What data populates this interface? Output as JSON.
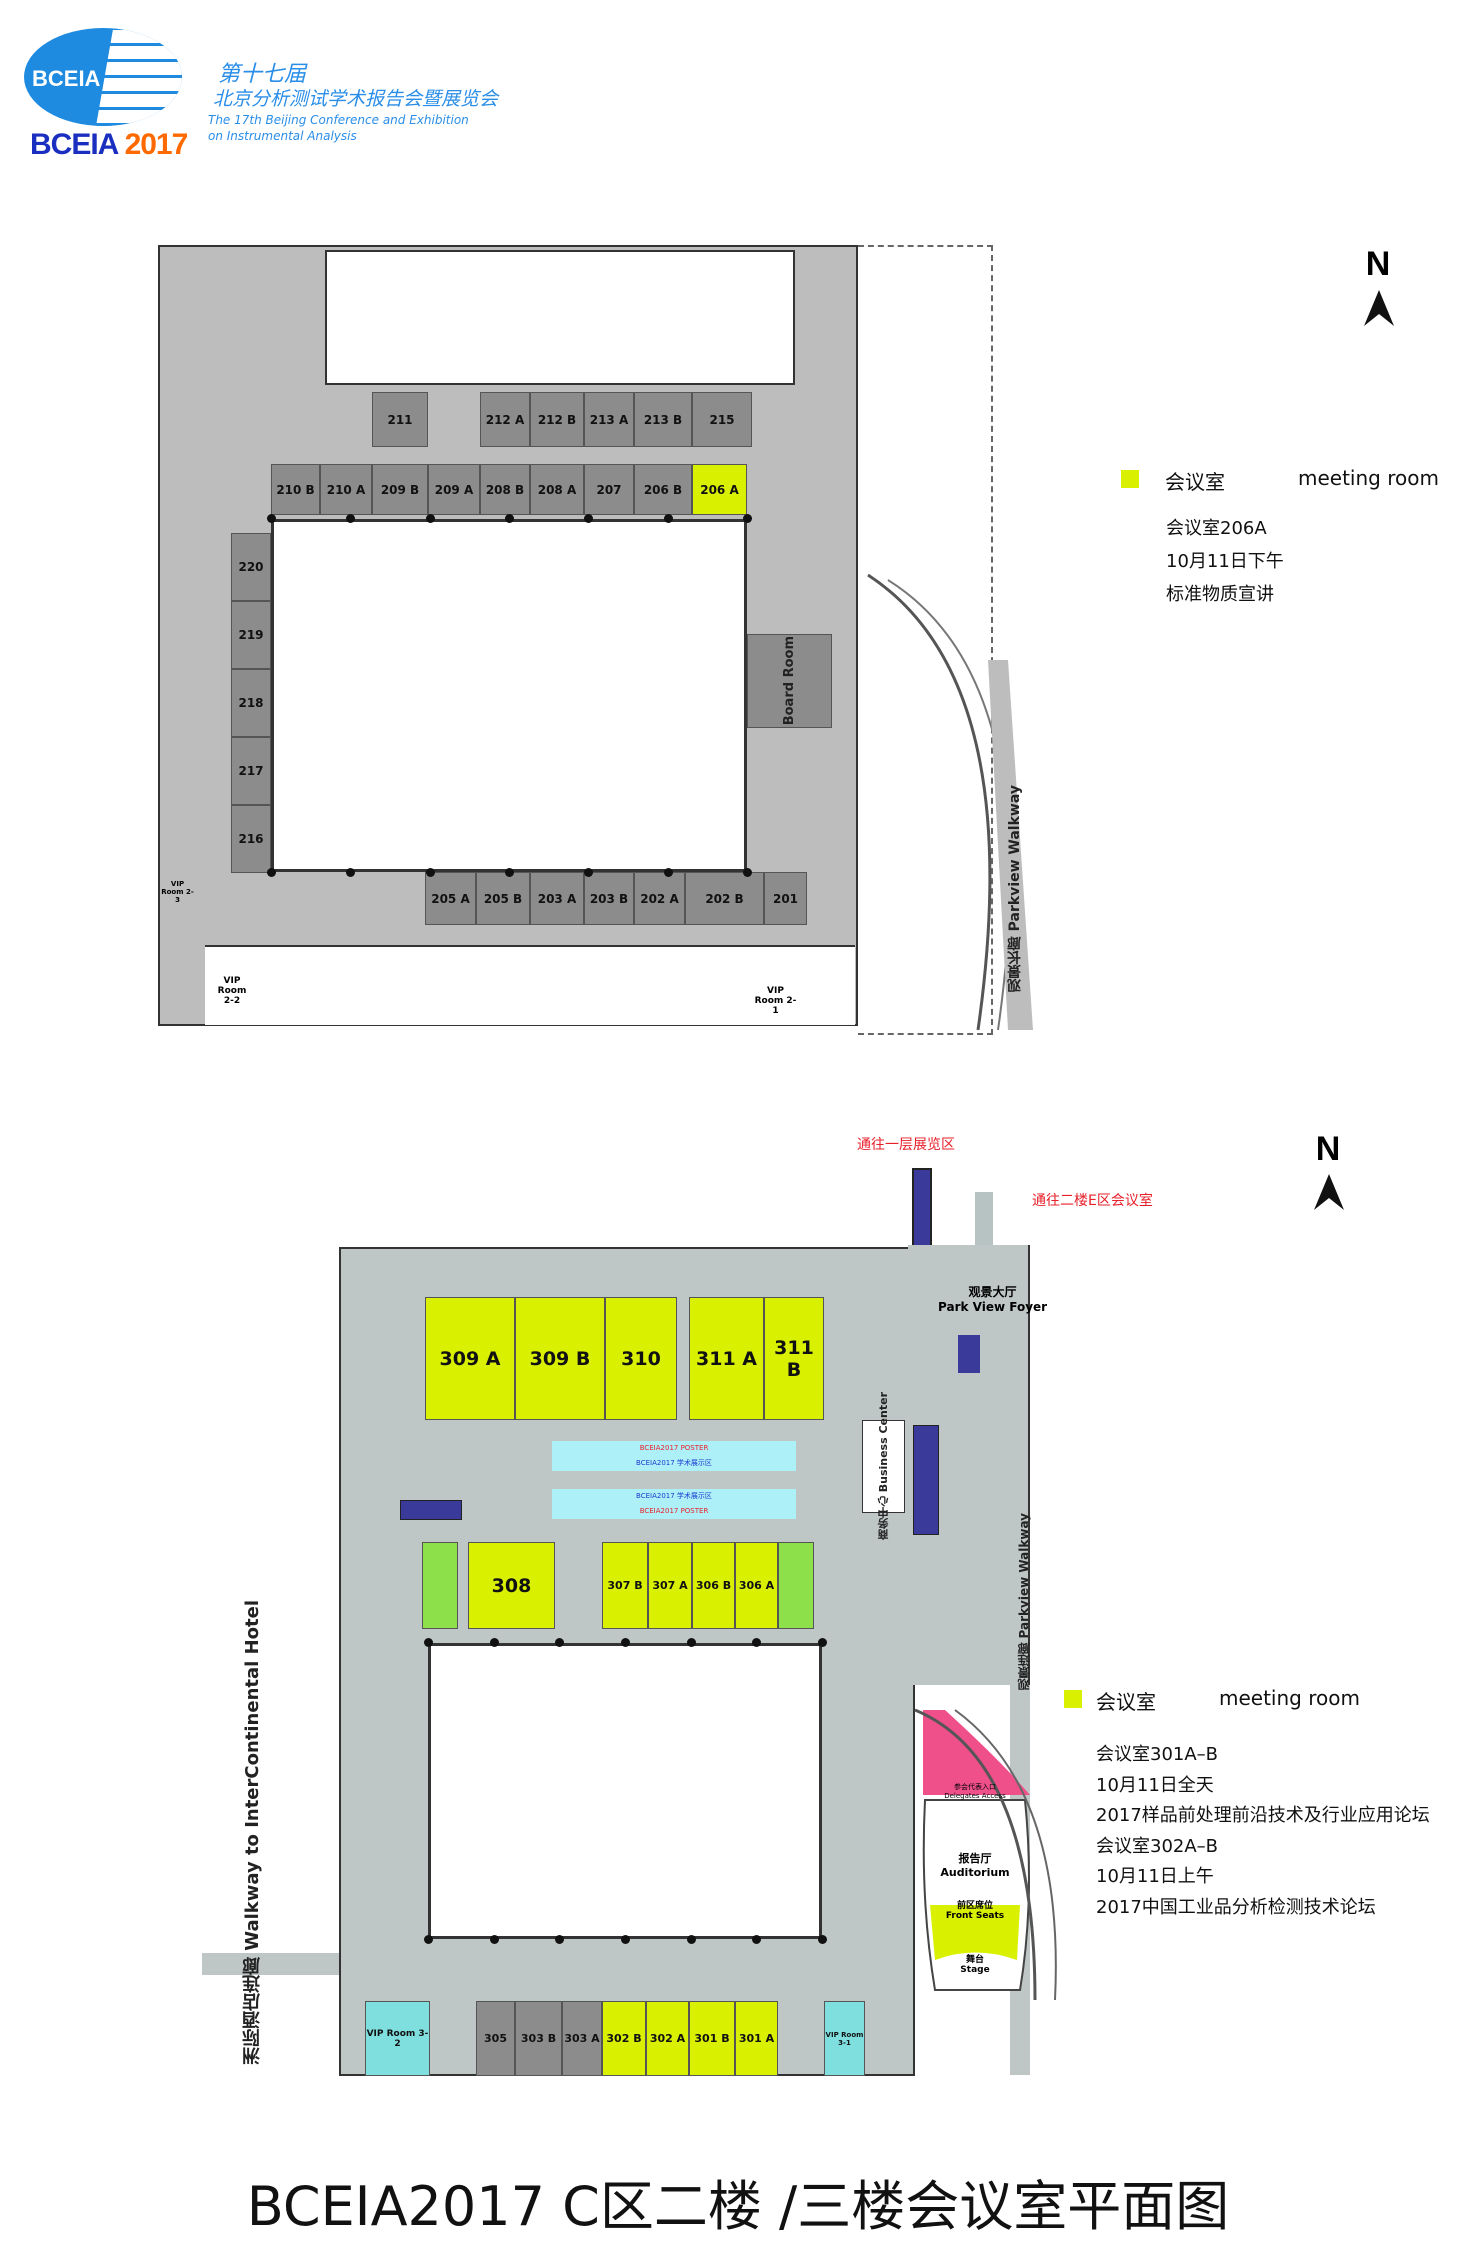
{
  "header": {
    "logo_text": "BCEIA",
    "logo_year_a": "BCEIA ",
    "logo_year_b": "2017",
    "title_cn_1": "第十七届",
    "title_cn_2": "北京分析测试学术报告会暨展览会",
    "title_en_1": "The 17th Beijing Conference and Exhibition",
    "title_en_2": "on Instrumental Analysis"
  },
  "colors": {
    "meeting": "#d9f000",
    "room_gray": "#8c8c8c",
    "vip": "#7fdede",
    "pink": "#f0508a",
    "green": "#8ee04a",
    "escalator": "#3a3a9a",
    "brand_blue": "#1e8be0",
    "brand_orange": "#ff6a00"
  },
  "floor2": {
    "north": "N",
    "rooms_row1": [
      "211",
      "212 A",
      "212 B",
      "213 A",
      "213 B",
      "215"
    ],
    "rooms_row2": [
      "210 B",
      "210 A",
      "209 B",
      "209 A",
      "208 B",
      "208 A",
      "207",
      "206 B",
      "206 A"
    ],
    "rooms_left": [
      "220",
      "219",
      "218",
      "217",
      "216"
    ],
    "rooms_bottom": [
      "205 A",
      "205 B",
      "203 A",
      "203 B",
      "202 A",
      "202 B",
      "201"
    ],
    "highlighted": [
      "206 A"
    ],
    "board_room": "Board Room",
    "vip_2_2": "VIP Room 2-2",
    "vip_2_1": "VIP Room 2-1",
    "vip_2_3": "VIP Room 2-3",
    "walkway_cn": "观景长廊",
    "walkway_en": "Parkview Walkway",
    "legend": {
      "label_cn": "会议室",
      "label_en": "meeting room",
      "lines": [
        "会议室206A",
        "10月11日下午",
        "标准物质宣讲"
      ]
    }
  },
  "floor3": {
    "north": "N",
    "to_floor1": "通往一层展览区",
    "to_e_zone": "通往二楼E区会议室",
    "foyer_cn": "观景大厅",
    "foyer_en": "Park View Foyer",
    "rooms_top": [
      "309 A",
      "309 B",
      "310",
      "311 A",
      "311 B"
    ],
    "room_308": "308",
    "rooms_mid": [
      "307 B",
      "307 A",
      "306 B",
      "306 A"
    ],
    "rooms_bottom_gray": [
      "305",
      "303 B",
      "303 A"
    ],
    "rooms_bottom_yellow": [
      "302 B",
      "302 A",
      "301 B",
      "301 A"
    ],
    "vip_3_2": "VIP Room 3-2",
    "vip_3_1": "VIP Room 3-1",
    "poster_1": "BCEIA2017 POSTER",
    "poster_2": "BCEIA2017 学术展示区",
    "poster_3": "BCEIA2017 学术展示区",
    "poster_4": "BCEIA2017 POSTER",
    "business_cn": "商务中心",
    "business_en": "Business Center",
    "delegates_cn": "参会代表入口",
    "delegates_en": "Delegates Access",
    "auditorium_cn": "报告厅",
    "auditorium_en": "Auditorium",
    "front_cn": "前区席位",
    "front_en": "Front Seats",
    "stage_cn": "舞台",
    "stage_en": "Stage",
    "walkway_cn": "观景连廊",
    "walkway_en": "Parkview Walkway",
    "hotel_cn": "洲际酒店连廊",
    "hotel_en": "Walkway to InterContinental Hotel",
    "legend": {
      "label_cn": "会议室",
      "label_en": "meeting room",
      "lines": [
        "会议室301A–B",
        "10月11日全天",
        "2017样品前处理前沿技术及行业应用论坛",
        "会议室302A–B",
        "10月11日上午",
        "2017中国工业品分析检测技术论坛"
      ]
    }
  },
  "footer": {
    "title": "BCEIA2017 C区二楼 /三楼会议室平面图"
  }
}
